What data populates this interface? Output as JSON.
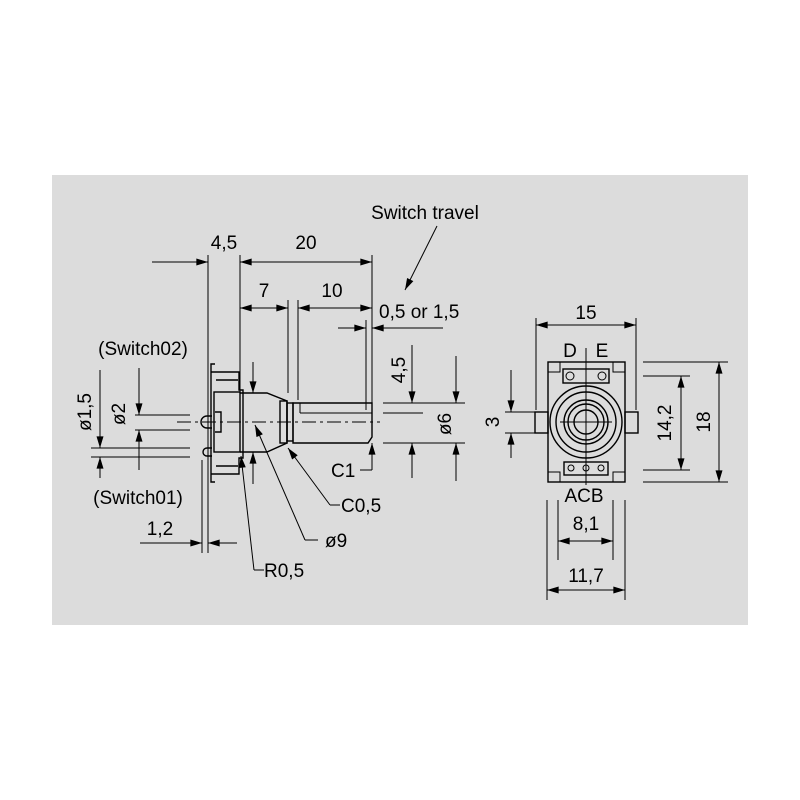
{
  "colors": {
    "panel": "#dcdcdc",
    "ink": "#000000",
    "background": "#ffffff"
  },
  "side_view": {
    "switch_travel_label": "Switch travel",
    "dim_4_5_top": "4,5",
    "dim_20": "20",
    "dim_7": "7",
    "dim_10": "10",
    "dim_travel": "0,5 or 1,5",
    "dim_4_5_shaft": "4,5",
    "dim_d6": "ø6",
    "dim_d1_5": "ø1,5",
    "dim_d2": "ø2",
    "switch02_label": "(Switch02)",
    "switch01_label": "(Switch01)",
    "dim_1_2": "1,2",
    "chamfer_c1": "C1",
    "chamfer_c0_5": "C0,5",
    "dim_d9": "ø9",
    "radius_r0_5": "R0,5"
  },
  "front_view": {
    "dim_15": "15",
    "pin_d": "D",
    "pin_e": "E",
    "pins_acb": "ACB",
    "dim_3": "3",
    "dim_14_2": "14,2",
    "dim_18": "18",
    "dim_8_1": "8,1",
    "dim_11_7": "11,7"
  }
}
